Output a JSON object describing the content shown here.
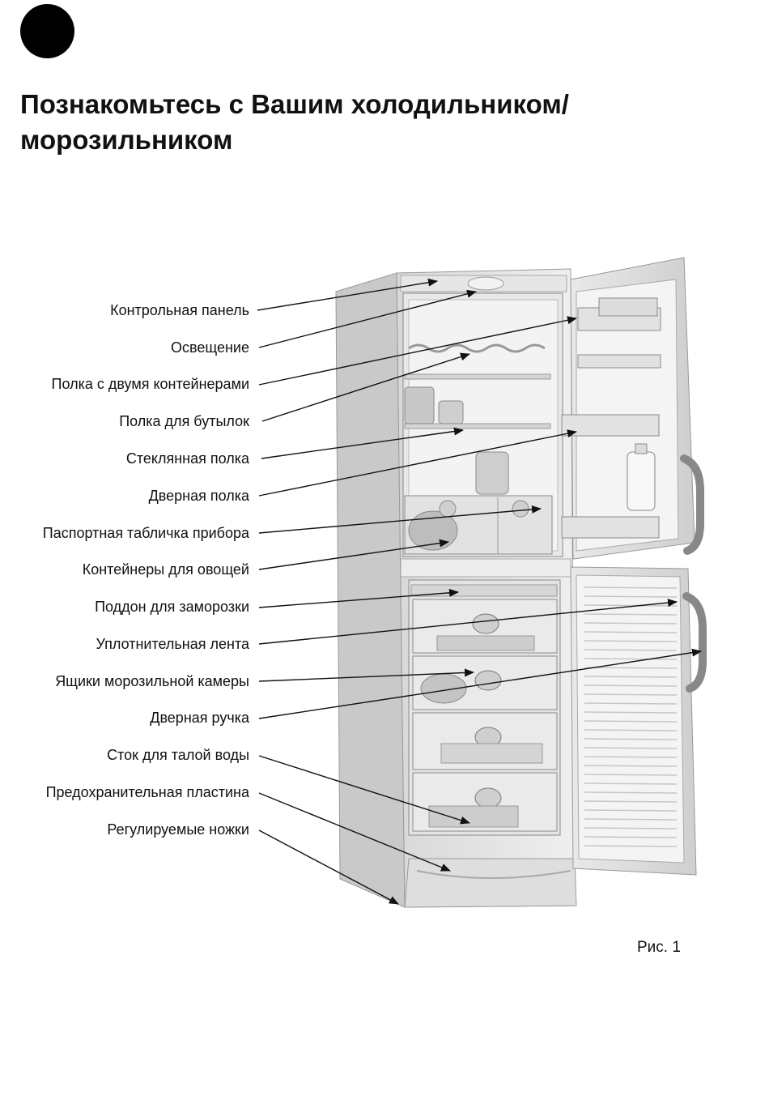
{
  "header": {
    "title_line1": "Познакомьтесь с Вашим холодильником/",
    "title_line2": "морозильником"
  },
  "figure": {
    "labels": [
      "Контрольная панель",
      "Освещение",
      "Полка с двумя контейнерами",
      "Полка для бутылок",
      "Стеклянная полка",
      "Дверная полка",
      "Паспортная табличка прибора",
      "Контейнеры для овощей",
      "Поддон для заморозки",
      "Уплотнительная лента",
      "Ящики морозильной камеры",
      "Дверная ручка",
      "Сток для талой воды",
      "Предохранительная пластина",
      "Регулируемые ножки"
    ],
    "caption": "Рис. 1"
  }
}
